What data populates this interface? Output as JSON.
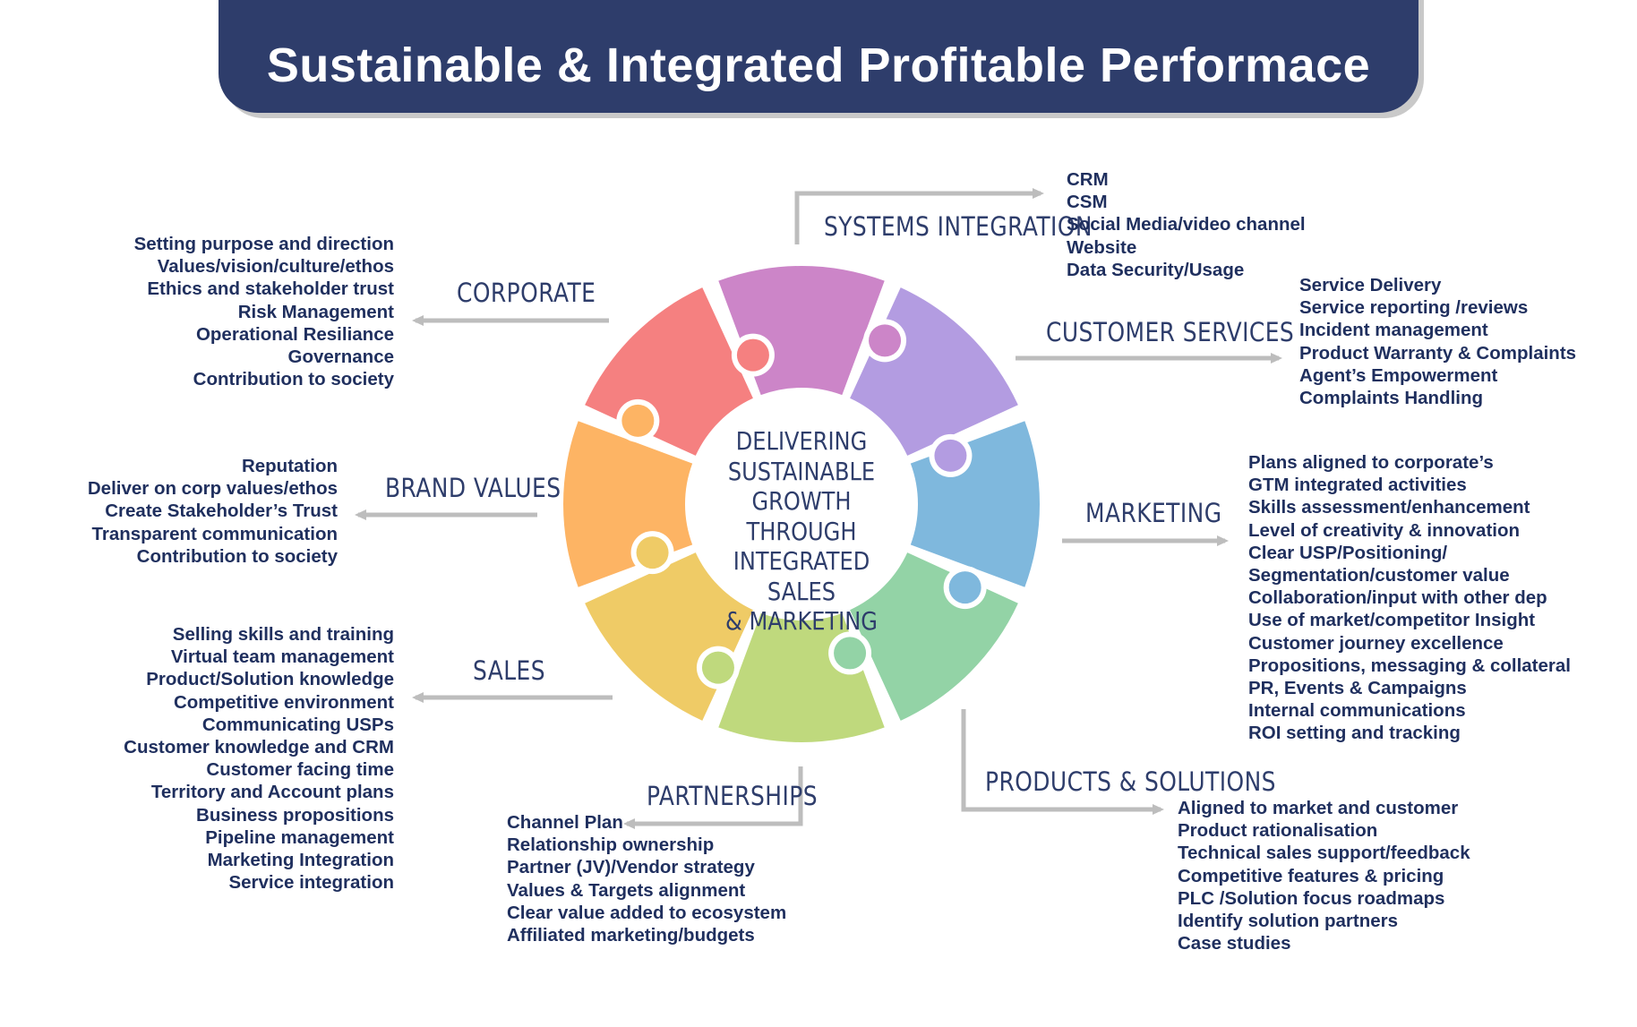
{
  "title": "Sustainable & Integrated Profitable Performace",
  "center": {
    "lines": [
      "DELIVERING",
      "SUSTAINABLE",
      "GROWTH THROUGH",
      "INTEGRATED SALES",
      "& MARKETING"
    ]
  },
  "colors": {
    "banner": "#2e3d6b",
    "text": "#1f2f5e",
    "arrow": "#bdbdbd",
    "segments": [
      "#cc85c8",
      "#b39ce1",
      "#7fb8dd",
      "#93d3a6",
      "#bfd97d",
      "#efcb66",
      "#fdb464",
      "#f58080"
    ]
  },
  "sections": {
    "systems": {
      "label": "SYSTEMS INTEGRATION",
      "items": [
        "CRM",
        "CSM",
        "Social Media/video channel",
        "Website",
        "Data Security/Usage"
      ]
    },
    "customer": {
      "label": "CUSTOMER SERVICES",
      "items": [
        "Service Delivery",
        "Service reporting /reviews",
        "Incident management",
        "Product Warranty & Complaints",
        "Agent’s Empowerment",
        "Complaints Handling"
      ]
    },
    "marketing": {
      "label": "MARKETING",
      "items": [
        "Plans aligned to corporate’s",
        "GTM integrated activities",
        "Skills assessment/enhancement",
        "Level of  creativity & innovation",
        "Clear USP/Positioning/",
        "Segmentation/customer value",
        "Collaboration/input with other dep",
        "Use of market/competitor Insight",
        "Customer journey excellence",
        "Propositions, messaging & collateral",
        "PR, Events & Campaigns",
        "Internal communications",
        "ROI setting and tracking"
      ]
    },
    "products": {
      "label": "PRODUCTS & SOLUTIONS",
      "items": [
        "Aligned to market and customer",
        "Product rationalisation",
        "Technical sales support/feedback",
        "Competitive features & pricing",
        "PLC /Solution focus roadmaps",
        "Identify solution partners",
        "Case studies"
      ]
    },
    "partnerships": {
      "label": "PARTNERSHIPS",
      "items": [
        "Channel Plan",
        "Relationship ownership",
        "Partner (JV)/Vendor strategy",
        "Values & Targets alignment",
        "Clear value added to ecosystem",
        "Affiliated marketing/budgets"
      ]
    },
    "sales": {
      "label": "SALES",
      "items": [
        "Selling skills and training",
        "Virtual team management",
        "Product/Solution knowledge",
        "Competitive environment",
        "Communicating USPs",
        "Customer knowledge and CRM",
        "Customer facing time",
        "Territory and Account plans",
        "Business  propositions",
        "Pipeline management",
        "Marketing Integration",
        "Service integration"
      ]
    },
    "brand": {
      "label": "BRAND VALUES",
      "items": [
        "Reputation",
        "Deliver on corp values/ethos",
        "Create Stakeholder’s Trust",
        "Transparent communication",
        "Contribution to society"
      ]
    },
    "corporate": {
      "label": "CORPORATE",
      "items": [
        "Setting purpose and direction",
        "Values/vision/culture/ethos",
        "Ethics and stakeholder trust",
        "Risk Management",
        "Operational Resiliance",
        "Governance",
        "Contribution to society"
      ]
    }
  }
}
